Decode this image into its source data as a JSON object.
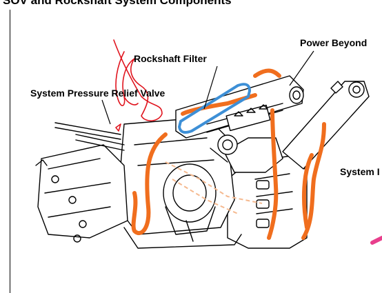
{
  "title": "SOV and Rockshaft System Components",
  "labels": {
    "rockshaft_filter": "Rockshaft Filter",
    "power_beyond": "Power Beyond",
    "system_pressure_relief_valve": "System Pressure Relief Valve",
    "system_cut": "System I"
  },
  "colors": {
    "outline": "#000000",
    "hose": "#f06e1e",
    "filter_highlight": "#3d8fd6",
    "annotation": "#e0141e",
    "pink_pointer": "#e83e8c"
  }
}
